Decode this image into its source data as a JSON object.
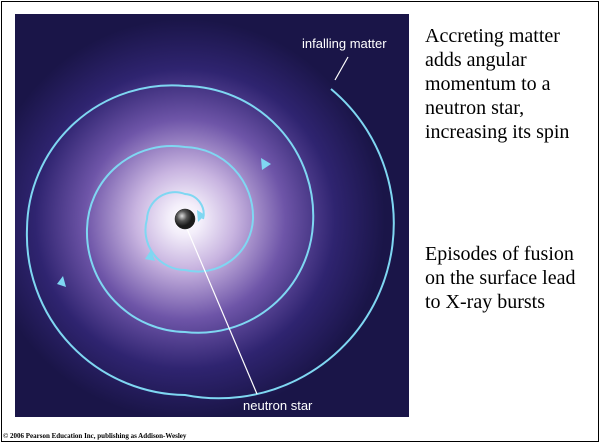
{
  "figure": {
    "infalling_label": "infalling matter",
    "neutron_star_label": "neutron star",
    "colors": {
      "background": "#1a1548",
      "glow_center": "#ffffff",
      "glow_mid": "#b79bd6",
      "spiral": "#7fd7f2",
      "star": "#444444"
    }
  },
  "text": {
    "paragraph_1": "Accreting matter adds angular momentum to a neutron star, increasing its spin",
    "paragraph_2": "Episodes of fusion on the surface lead to X-ray bursts"
  },
  "footer": {
    "copyright": "© 2006 Pearson Education Inc, publishing as Addison-Wesley"
  }
}
